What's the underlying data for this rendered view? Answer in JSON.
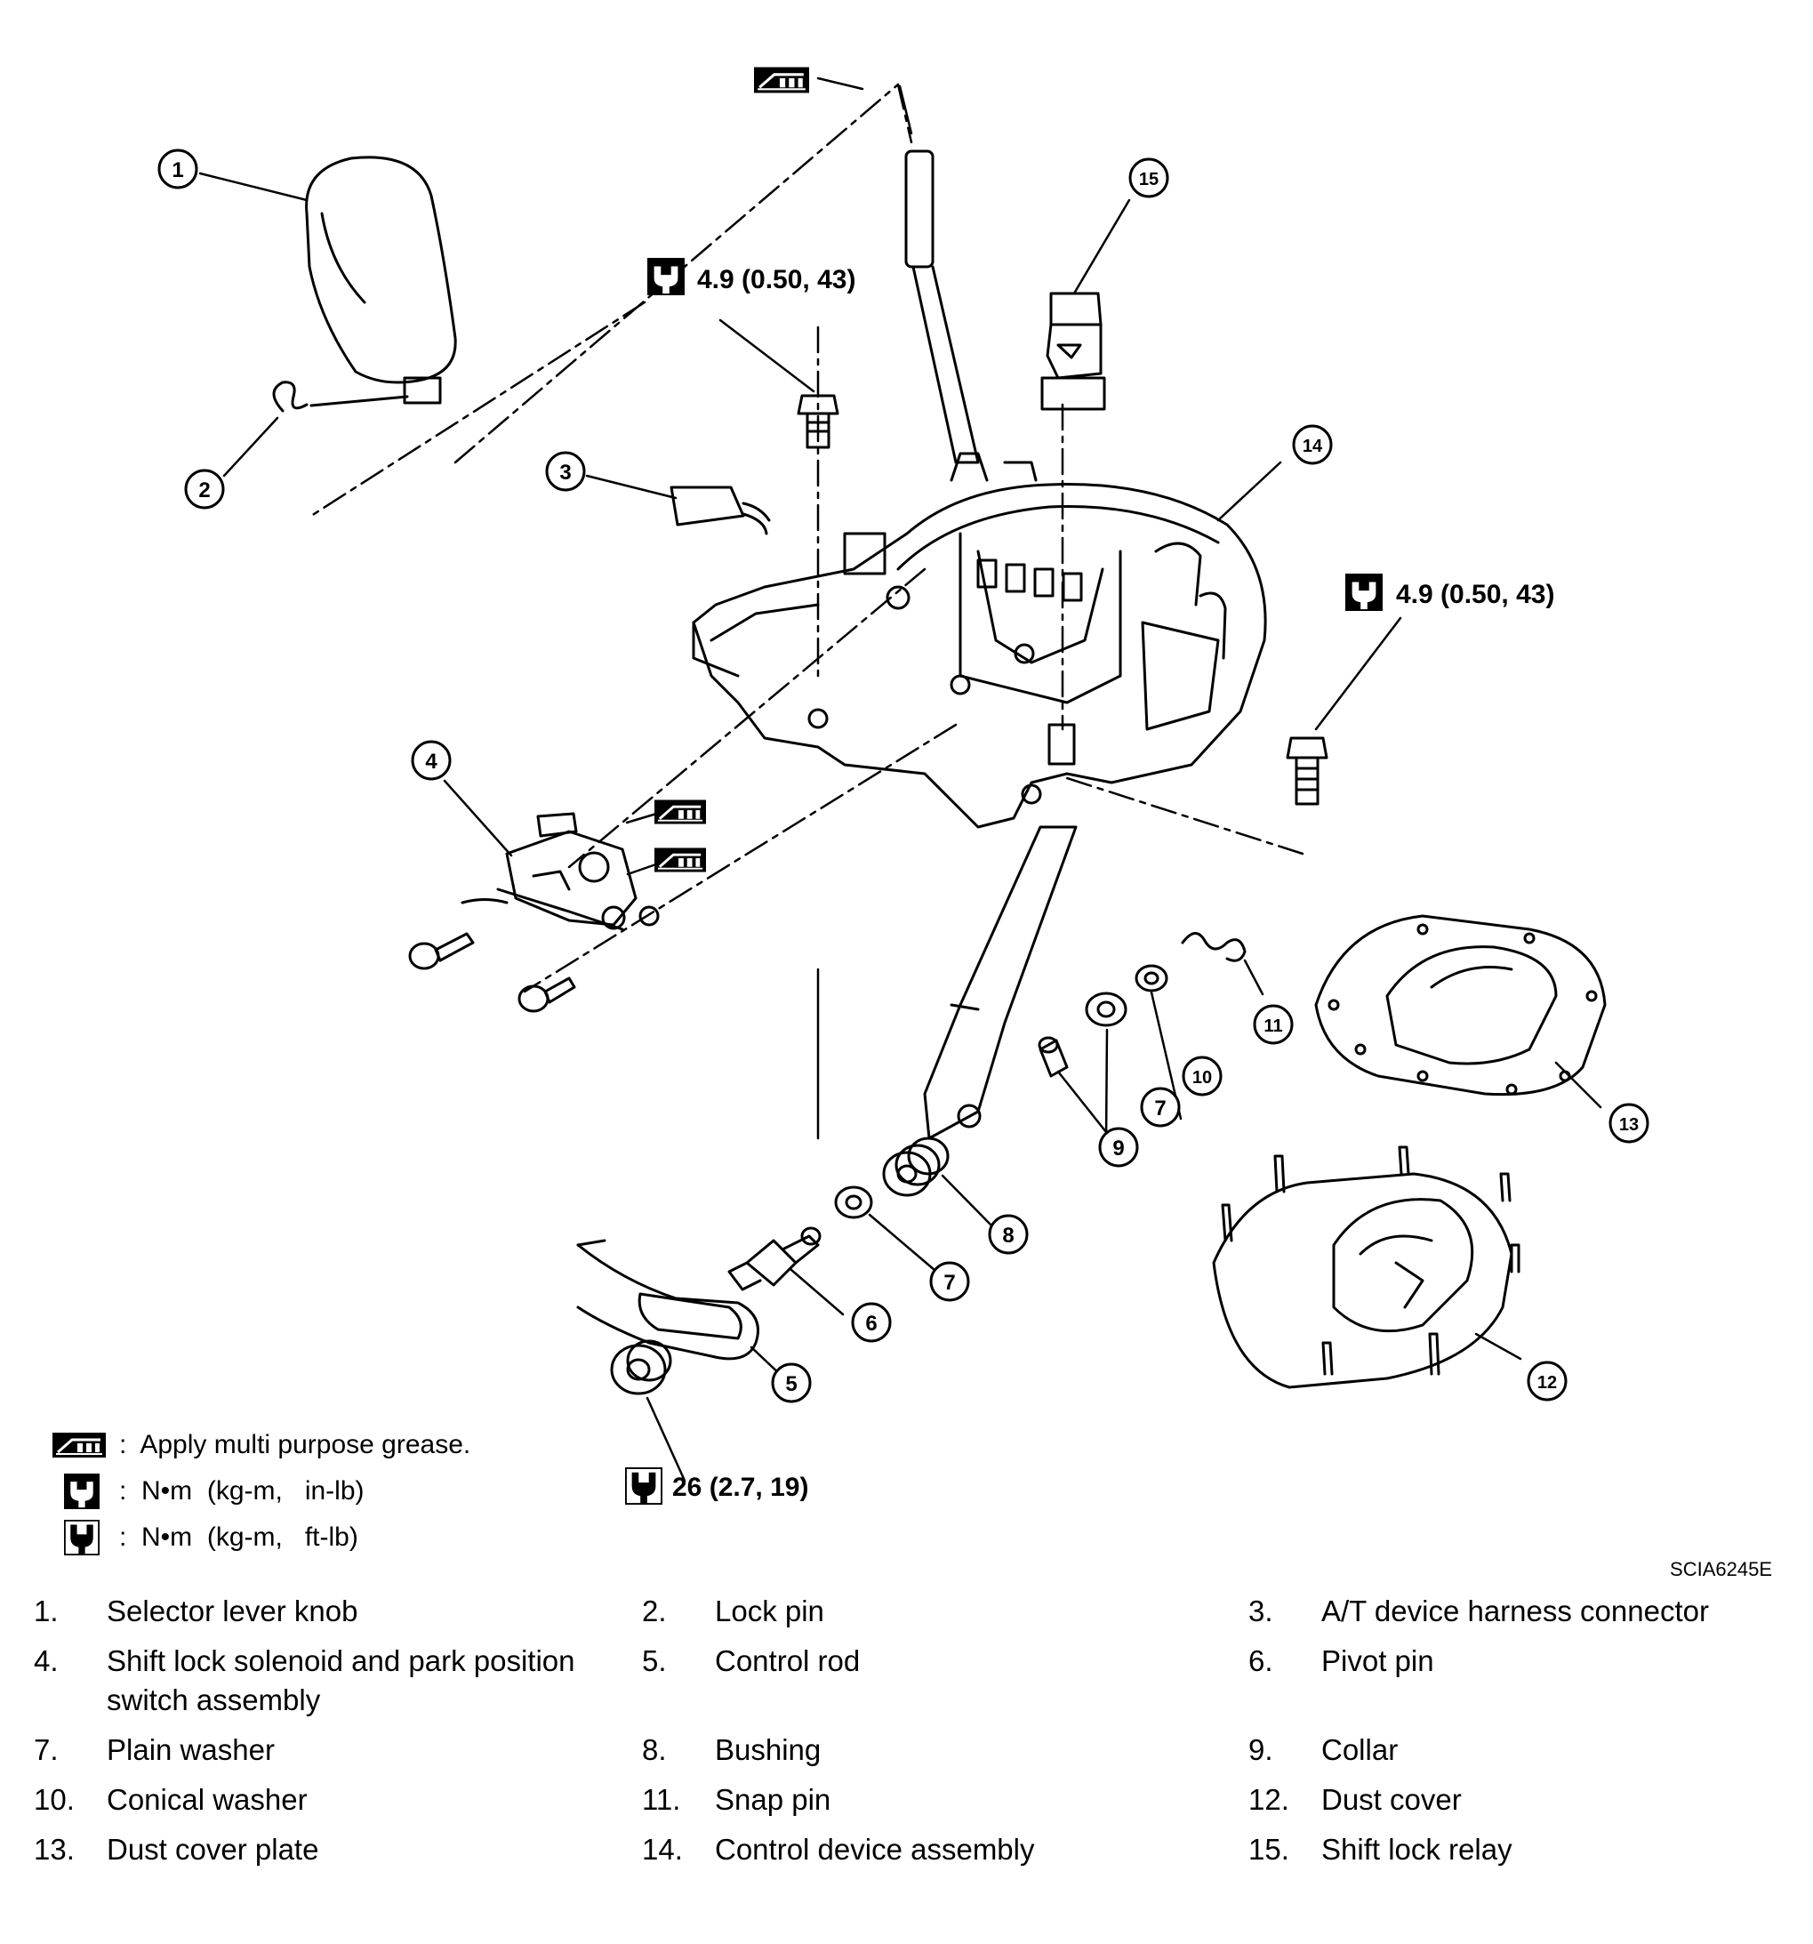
{
  "callouts": {
    "c1": "1",
    "c2": "2",
    "c3": "3",
    "c4": "4",
    "c5": "5",
    "c6": "6",
    "c7a": "7",
    "c7b": "7",
    "c8": "8",
    "c9": "9",
    "c10": "10",
    "c11": "11",
    "c12": "12",
    "c13": "13",
    "c14": "14",
    "c15": "15"
  },
  "torque": {
    "t1": "4.9  (0.50,  43)",
    "t2": "4.9  (0.50,  43)",
    "t3": "26  (2.7,  19)"
  },
  "legend": {
    "grease": ":  Apply multi purpose grease.",
    "nm_inlb": ":  N•m  (kg-m,   in-lb)",
    "nm_ftlb": ":  N•m  (kg-m,   ft-lb)"
  },
  "figure_code": "SCIA6245E",
  "parts": [
    {
      "num": "1.",
      "name": "Selector lever knob"
    },
    {
      "num": "2.",
      "name": "Lock pin"
    },
    {
      "num": "3.",
      "name": "A/T device harness connector"
    },
    {
      "num": "4.",
      "name": "Shift lock solenoid and park position switch assembly"
    },
    {
      "num": "5.",
      "name": "Control rod"
    },
    {
      "num": "6.",
      "name": "Pivot pin"
    },
    {
      "num": "7.",
      "name": "Plain washer"
    },
    {
      "num": "8.",
      "name": "Bushing"
    },
    {
      "num": "9.",
      "name": "Collar"
    },
    {
      "num": "10.",
      "name": "Conical washer"
    },
    {
      "num": "11.",
      "name": "Snap pin"
    },
    {
      "num": "12.",
      "name": "Dust cover"
    },
    {
      "num": "13.",
      "name": "Dust cover plate"
    },
    {
      "num": "14.",
      "name": "Control device assembly"
    },
    {
      "num": "15.",
      "name": "Shift lock relay"
    }
  ]
}
